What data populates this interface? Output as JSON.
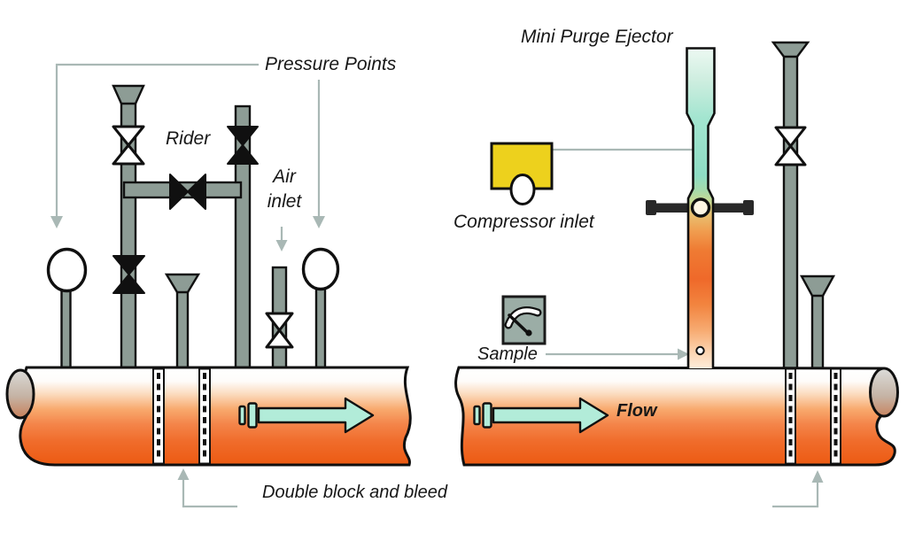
{
  "figure": {
    "type": "piping-purge-diagram",
    "labels": {
      "pressure_points": "Pressure Points",
      "rider": "Rider",
      "air_inlet_line1": "Air",
      "air_inlet_line2": "inlet",
      "mini_purge_ejector": "Mini Purge Ejector",
      "compressor_inlet": "Compressor inlet",
      "sample": "Sample",
      "flow": "Flow",
      "double_block_and_bleed": "Double block and bleed"
    },
    "colors": {
      "pipe_gradient_top": "#ffffff",
      "pipe_gradient_bottom": "#ec5a12",
      "hardware_gray": "#8d9c95",
      "outline_dark": "#101010",
      "flow_arrow_mint": "#b2ecd9",
      "ejector_teal": "#8edcc4",
      "compressor_yellow": "#edd11d",
      "annotation_gray": "#a9b8b5",
      "gauge_gray": "#9bada6",
      "crossbar_dark": "#282828",
      "end_cap_gray": "#d8d8d5"
    },
    "icons": [
      "gate-valve-open-icon",
      "gate-valve-closed-icon",
      "pressure-gauge-icon",
      "meter-dial-icon",
      "flow-arrow-icon",
      "funnel-vent-icon"
    ]
  }
}
